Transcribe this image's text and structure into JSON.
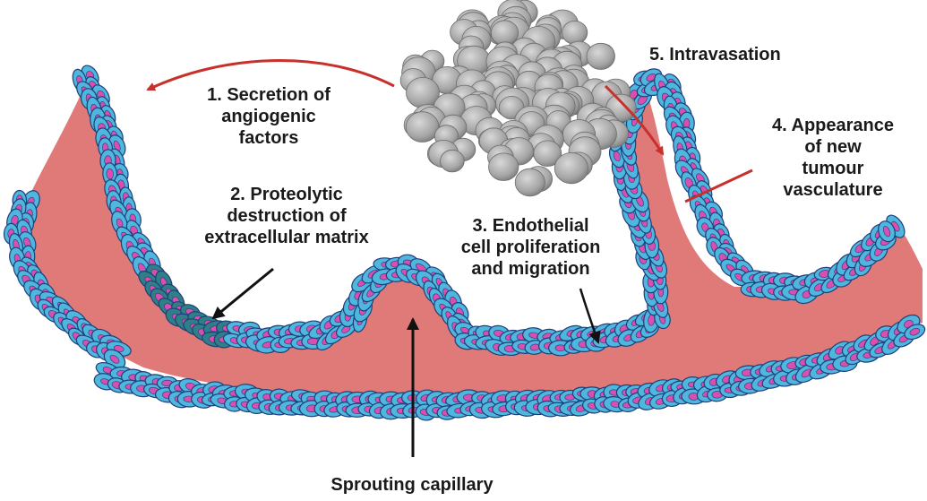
{
  "labels": {
    "secretion": [
      "1. Secretion of",
      "angiogenic",
      "factors"
    ],
    "proteolytic": [
      "2. Proteolytic",
      "destruction of",
      "extracellular matrix"
    ],
    "endothelial": [
      "3. Endothelial",
      "cell proliferation",
      "and migration"
    ],
    "appearance": [
      "4. Appearance",
      "of new",
      "tumour",
      "vasculature"
    ],
    "intravasation": [
      "5. Intravasation"
    ],
    "sprouting": [
      "Sprouting capillary"
    ]
  },
  "colors": {
    "vessel_lumen": "#e07a78",
    "endothelial_cell": "#4fb6de",
    "cell_outline": "#1f3f7a",
    "nucleus": "#d94fb0",
    "degraded_cell": "#2f7f86",
    "tumour_cell": "#a8a8a8",
    "tumour_outline": "#6d6d6d",
    "red_arrow": "#c8302c",
    "black_arrow": "#111111"
  }
}
